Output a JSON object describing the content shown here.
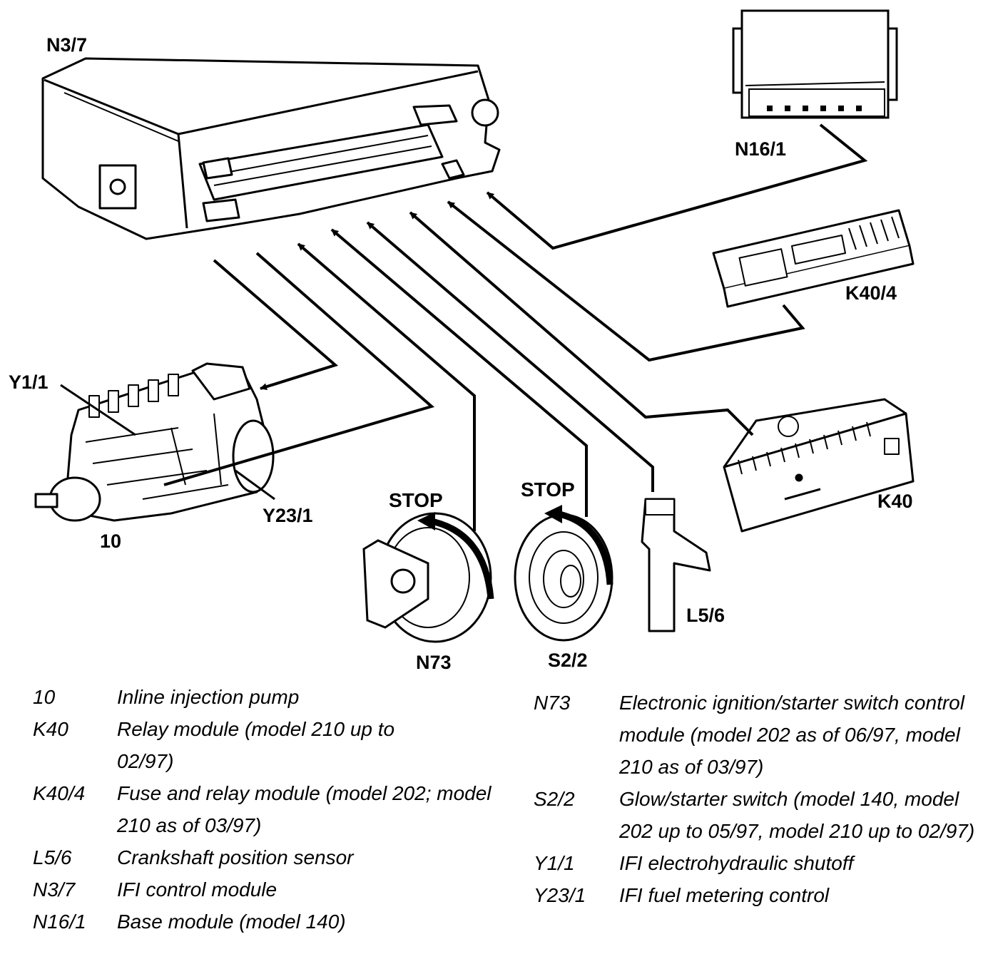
{
  "diagram": {
    "labels": {
      "n3_7": "N3/7",
      "n16_1": "N16/1",
      "k40_4": "K40/4",
      "k40": "K40",
      "y1_1": "Y1/1",
      "y23_1": "Y23/1",
      "pump": "10",
      "n73": "N73",
      "s2_2": "S2/2",
      "l5_6": "L5/6",
      "stop_left": "STOP",
      "stop_right": "STOP"
    }
  },
  "legend": {
    "left": [
      {
        "code": "10",
        "description": "Inline injection pump"
      },
      {
        "code": "K40",
        "description": "Relay module (model 210 up to 02/97)"
      },
      {
        "code": "K40/4",
        "description": "Fuse and relay module (model 202; model 210 as of 03/97)"
      },
      {
        "code": "L5/6",
        "description": "Crankshaft position sensor"
      },
      {
        "code": "N3/7",
        "description": "IFI control module"
      },
      {
        "code": "N16/1",
        "description": "Base module (model 140)"
      }
    ],
    "right": [
      {
        "code": "N73",
        "description": "Electronic ignition/starter switch control module (model 202 as of 06/97, model 210 as of 03/97)"
      },
      {
        "code": "S2/2",
        "description": "Glow/starter switch (model 140, model 202 up to 05/97, model 210 up to 02/97)"
      },
      {
        "code": "Y1/1",
        "description": "IFI electrohydraulic shutoff"
      },
      {
        "code": "Y23/1",
        "description": "IFI fuel metering control"
      }
    ]
  }
}
